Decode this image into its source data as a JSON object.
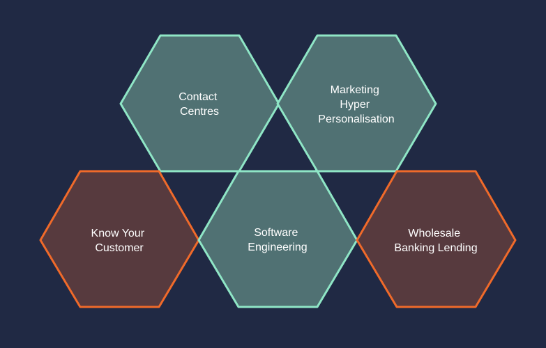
{
  "colors": {
    "background": "#202944",
    "teal_fill": "#507173",
    "teal_stroke": "#8FE6C6",
    "orange_fill": "#573A3E",
    "orange_stroke": "#F06A2A",
    "text": "#ffffff"
  },
  "hexagons": [
    {
      "key": "contact_centres",
      "variant": "teal",
      "lines": [
        "Contact",
        "Centres"
      ]
    },
    {
      "key": "marketing_hyper_personalisation",
      "variant": "teal",
      "lines": [
        "Marketing",
        "Hyper",
        "Personalisation"
      ]
    },
    {
      "key": "know_your_customer",
      "variant": "orange",
      "lines": [
        "Know Your",
        "Customer"
      ]
    },
    {
      "key": "software_engineering",
      "variant": "teal",
      "lines": [
        "Software",
        "Engineering"
      ]
    },
    {
      "key": "wholesale_banking_lending",
      "variant": "orange",
      "lines": [
        "Wholesale",
        "Banking Lending"
      ]
    }
  ]
}
